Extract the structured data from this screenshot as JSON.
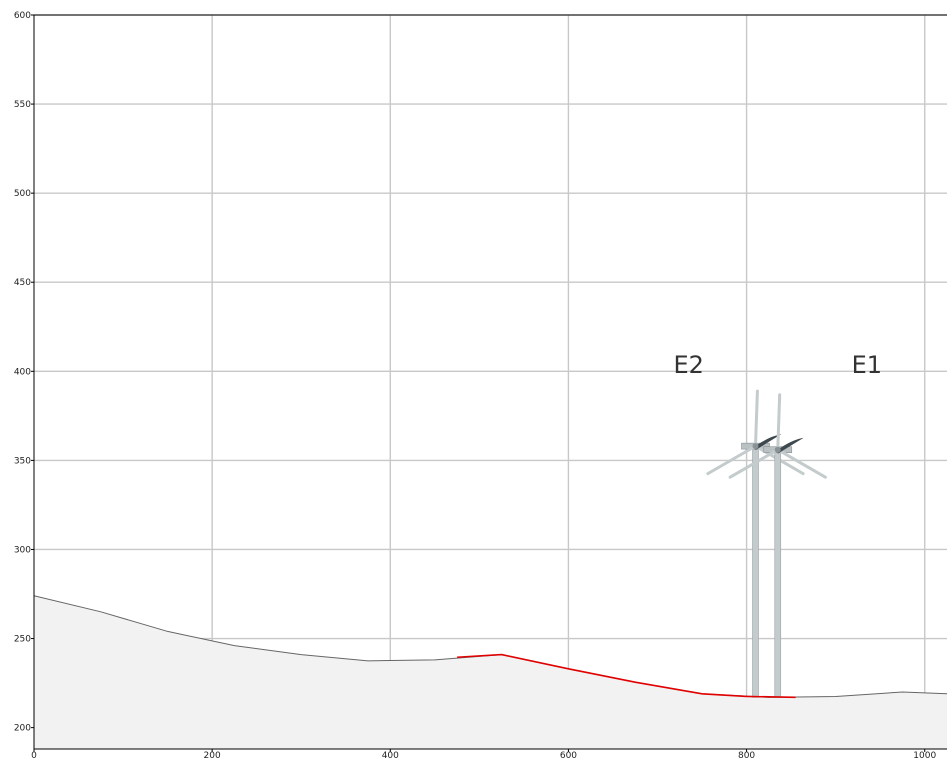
{
  "chart_data": {
    "type": "area",
    "title": "",
    "xlabel": "",
    "ylabel": "",
    "xlim": [
      0,
      1025
    ],
    "ylim": [
      188,
      600
    ],
    "grid": true,
    "x_ticks": [
      0,
      200,
      400,
      600,
      800,
      1000
    ],
    "y_ticks": [
      200,
      250,
      300,
      350,
      400,
      450,
      500,
      550,
      600
    ],
    "series": [
      {
        "kind": "terrain",
        "x": [
          0,
          75,
          150,
          225,
          300,
          375,
          450,
          525,
          600,
          675,
          750,
          825,
          900,
          975,
          1025
        ],
        "y": [
          274,
          265,
          254,
          246,
          241,
          237.5,
          238,
          241,
          233,
          225.5,
          219,
          217,
          217.5,
          220,
          219
        ]
      },
      {
        "kind": "sightline",
        "x": [
          475,
          525,
          600,
          675,
          750,
          800,
          855
        ],
        "y": [
          239.5,
          241,
          233,
          225.5,
          219,
          217.5,
          217
        ]
      }
    ],
    "annotations": [
      {
        "text": "E2",
        "x": 735,
        "y": 403
      },
      {
        "text": "E1",
        "x": 935,
        "y": 403
      }
    ],
    "turbines": [
      {
        "label": "E2",
        "x": 810,
        "base": 217,
        "hub": 358
      },
      {
        "label": "E1",
        "x": 835,
        "base": 217,
        "hub": 356
      }
    ]
  },
  "colors": {
    "terrain_fill": "#f2f2f2",
    "terrain_line": "#666666",
    "sightline": "#e00000",
    "grid": "#c8c8c8",
    "axis": "#000000",
    "turbine": "#c4cbcc",
    "blade_dark": "#3e484f"
  }
}
